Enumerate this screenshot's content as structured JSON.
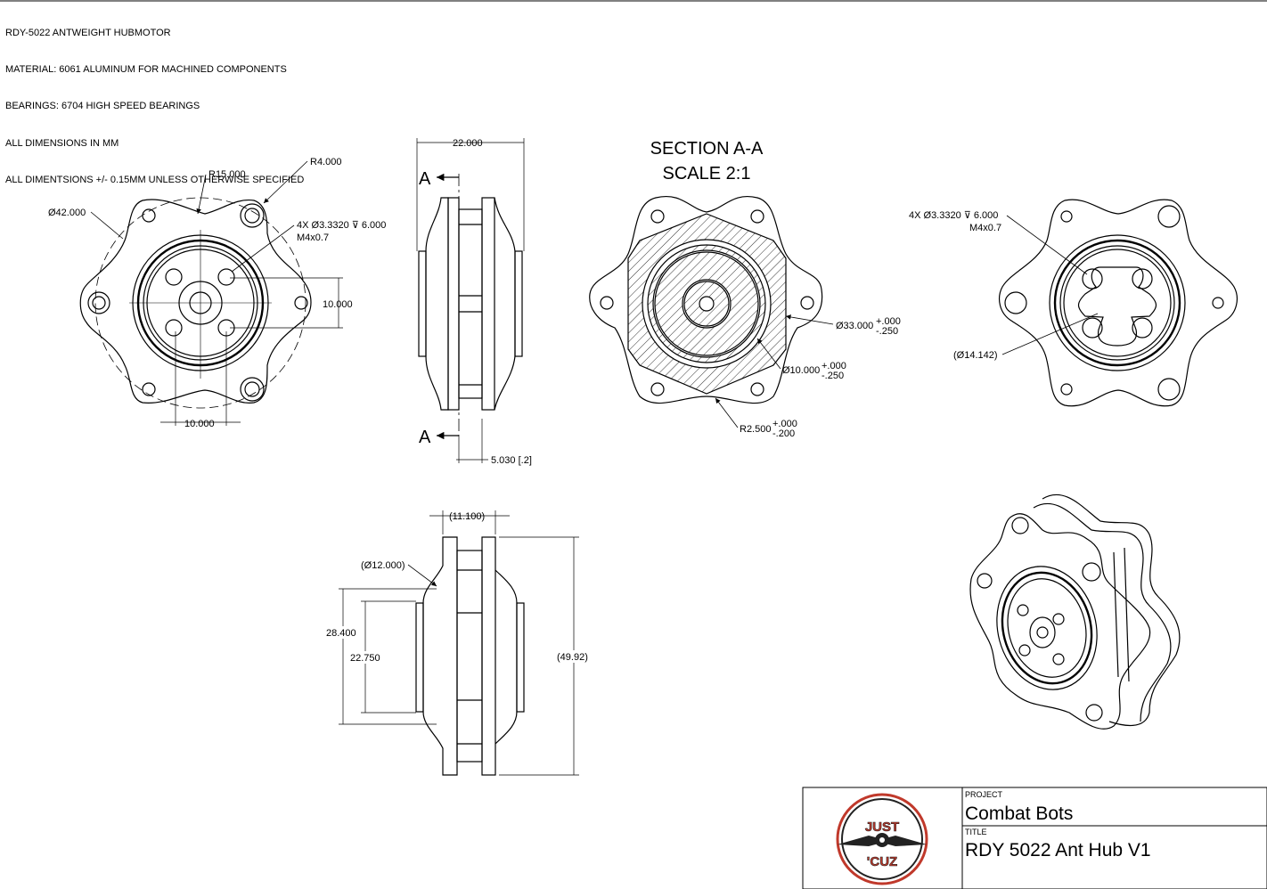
{
  "notes": [
    "RDY-5022 ANTWEIGHT HUBMOTOR",
    "MATERIAL: 6061 ALUMINUM FOR MACHINED COMPONENTS",
    "BEARINGS: 6704 HIGH SPEED BEARINGS",
    "ALL DIMENSIONS IN MM",
    "ALL DIMENTSIONS +/- 0.15MM UNLESS OTHERWISE SPECIFIED"
  ],
  "front_view": {
    "dim_r15": "R15.000",
    "dim_r4": "R4.000",
    "dim_dia42": "Ø42.000",
    "hole_callout_1": "4X Ø3.3320 ⊽ 6.000",
    "hole_callout_2": "M4x0.7",
    "dim_10_vertical": "10.000",
    "dim_10_horizontal": "10.000"
  },
  "side_view": {
    "dim_width": "22.000",
    "section_mark_top": "A",
    "section_mark_bottom": "A",
    "dim_offset": "5.030 [.2]"
  },
  "section_view": {
    "title_line1": "SECTION A-A",
    "title_line2": "SCALE 2:1",
    "dim_dia33": "Ø33.000",
    "tol_dia33_upper": "+.000",
    "tol_dia33_lower": "-.250",
    "dim_dia10": "Ø10.000",
    "tol_dia10_upper": "+.000",
    "tol_dia10_lower": "-.250",
    "dim_r25": "R2.500",
    "tol_r25_upper": "+.000",
    "tol_r25_lower": "-.200"
  },
  "back_view": {
    "hole_callout_1": "4X Ø3.3320 ⊽ 6.000",
    "hole_callout_2": "M4x0.7",
    "dim_ref_dia": "(Ø14.142)"
  },
  "bottom_view": {
    "dim_ref_width": "(11.100)",
    "dim_ref_dia12": "(Ø12.000)",
    "dim_28": "28.400",
    "dim_22": "22.750",
    "dim_ref_height": "(49.92)"
  },
  "title_block": {
    "project_label": "PROJECT",
    "project_value": "Combat Bots",
    "title_label": "TITLE",
    "title_value": "RDY 5022 Ant Hub V1",
    "logo_top": "JUST",
    "logo_bottom": "'CUZ",
    "logo_ring_color": "#c0392b"
  }
}
